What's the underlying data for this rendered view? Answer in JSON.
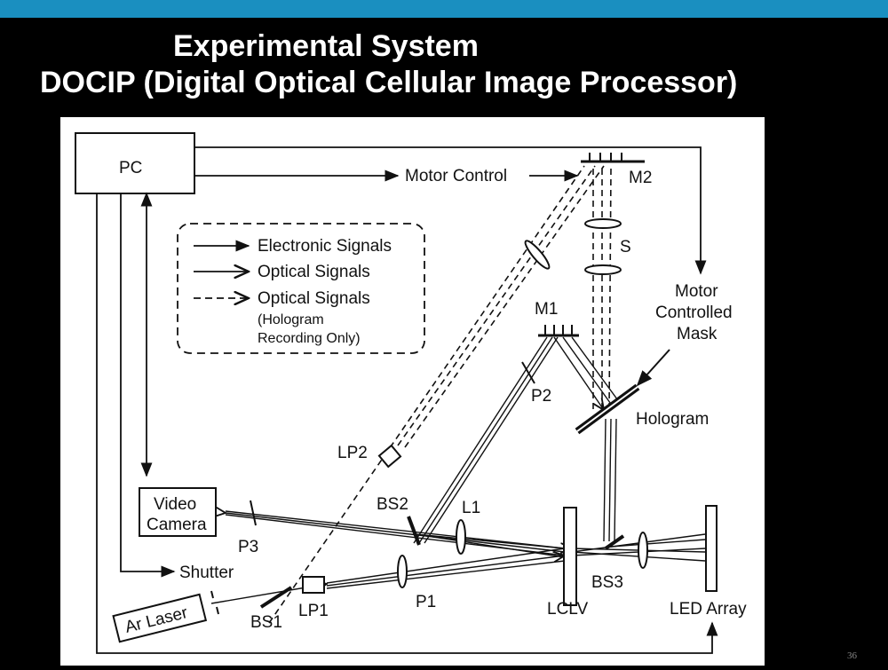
{
  "slide": {
    "title_line1": "Experimental System",
    "title_line2": "DOCIP (Digital Optical Cellular Image Processor)",
    "page_number": "36",
    "accent_color": "#1a8fc0"
  },
  "diagram": {
    "pc": "PC",
    "motor_control": "Motor Control",
    "m2": "M2",
    "s": "S",
    "m1": "M1",
    "motor_mask_1": "Motor",
    "motor_mask_2": "Controlled",
    "motor_mask_3": "Mask",
    "p2": "P2",
    "hologram": "Hologram",
    "lp2": "LP2",
    "bs2": "BS2",
    "l1": "L1",
    "video_camera_1": "Video",
    "video_camera_2": "Camera",
    "p3": "P3",
    "shutter": "Shutter",
    "ar_laser": "Ar Laser",
    "bs1": "BS1",
    "lp1": "LP1",
    "p1": "P1",
    "lclv": "LCLV",
    "bs3": "BS3",
    "led_array": "LED Array",
    "legend": {
      "electronic": "Electronic Signals",
      "optical": "Optical Signals",
      "optical_dashed": "Optical Signals",
      "note_1": "(Hologram",
      "note_2": "Recording Only)"
    }
  }
}
